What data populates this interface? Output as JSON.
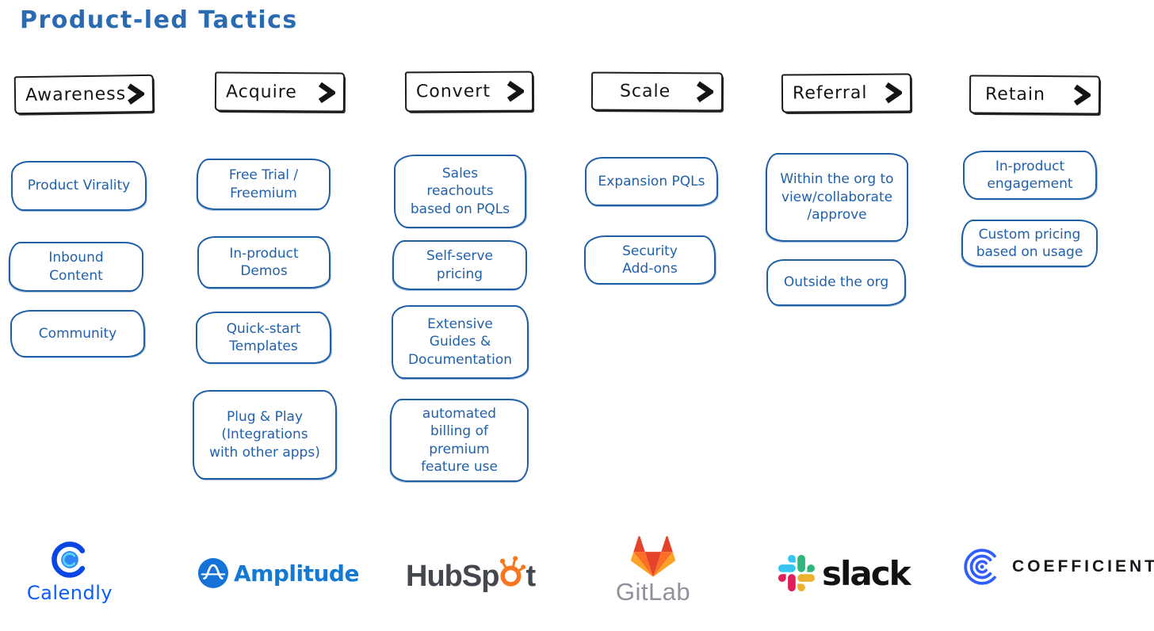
{
  "title": "Product-led Tactics",
  "columns": [
    {
      "header": "Awareness",
      "items": [
        "Product Virality",
        "Inbound\nContent",
        "Community"
      ]
    },
    {
      "header": "Acquire",
      "items": [
        "Free Trial /\nFreemium",
        "In-product\nDemos",
        "Quick-start\nTemplates",
        "Plug & Play\n(Integrations\nwith other apps)"
      ]
    },
    {
      "header": "Convert",
      "items": [
        "Sales\nreachouts\nbased on PQLs",
        "Self-serve\npricing",
        "Extensive\nGuides &\nDocumentation",
        "automated\nbilling of premium\nfeature use"
      ]
    },
    {
      "header": "Scale",
      "items": [
        "Expansion PQLs",
        "Security\nAdd-ons"
      ]
    },
    {
      "header": "Referral",
      "items": [
        "Within the org to\nview/collaborate\n/approve",
        "Outside the org"
      ]
    },
    {
      "header": "Retain",
      "items": [
        "In-product\nengagement",
        "Custom pricing\nbased on usage"
      ]
    }
  ],
  "logos": {
    "calendly": {
      "label": "Calendly",
      "color": "#0a5cff"
    },
    "amplitude": {
      "label": "Amplitude",
      "color": "#1479d2"
    },
    "hubspot": {
      "label_pre": "HubSp",
      "label_post": "t",
      "text_color": "#45474f",
      "accent": "#f8761f"
    },
    "gitlab": {
      "label": "GitLab",
      "text_color": "#8d929c"
    },
    "slack": {
      "label": "slack",
      "text_color": "#141114"
    },
    "coefficient": {
      "label": "COEFFICIENT",
      "text_color": "#17171c",
      "accent": "#315efb"
    }
  },
  "colors": {
    "ink_blue": "#1e5fa8",
    "ink_black": "#1c1c1c",
    "title_blue": "#2a6ab1"
  }
}
